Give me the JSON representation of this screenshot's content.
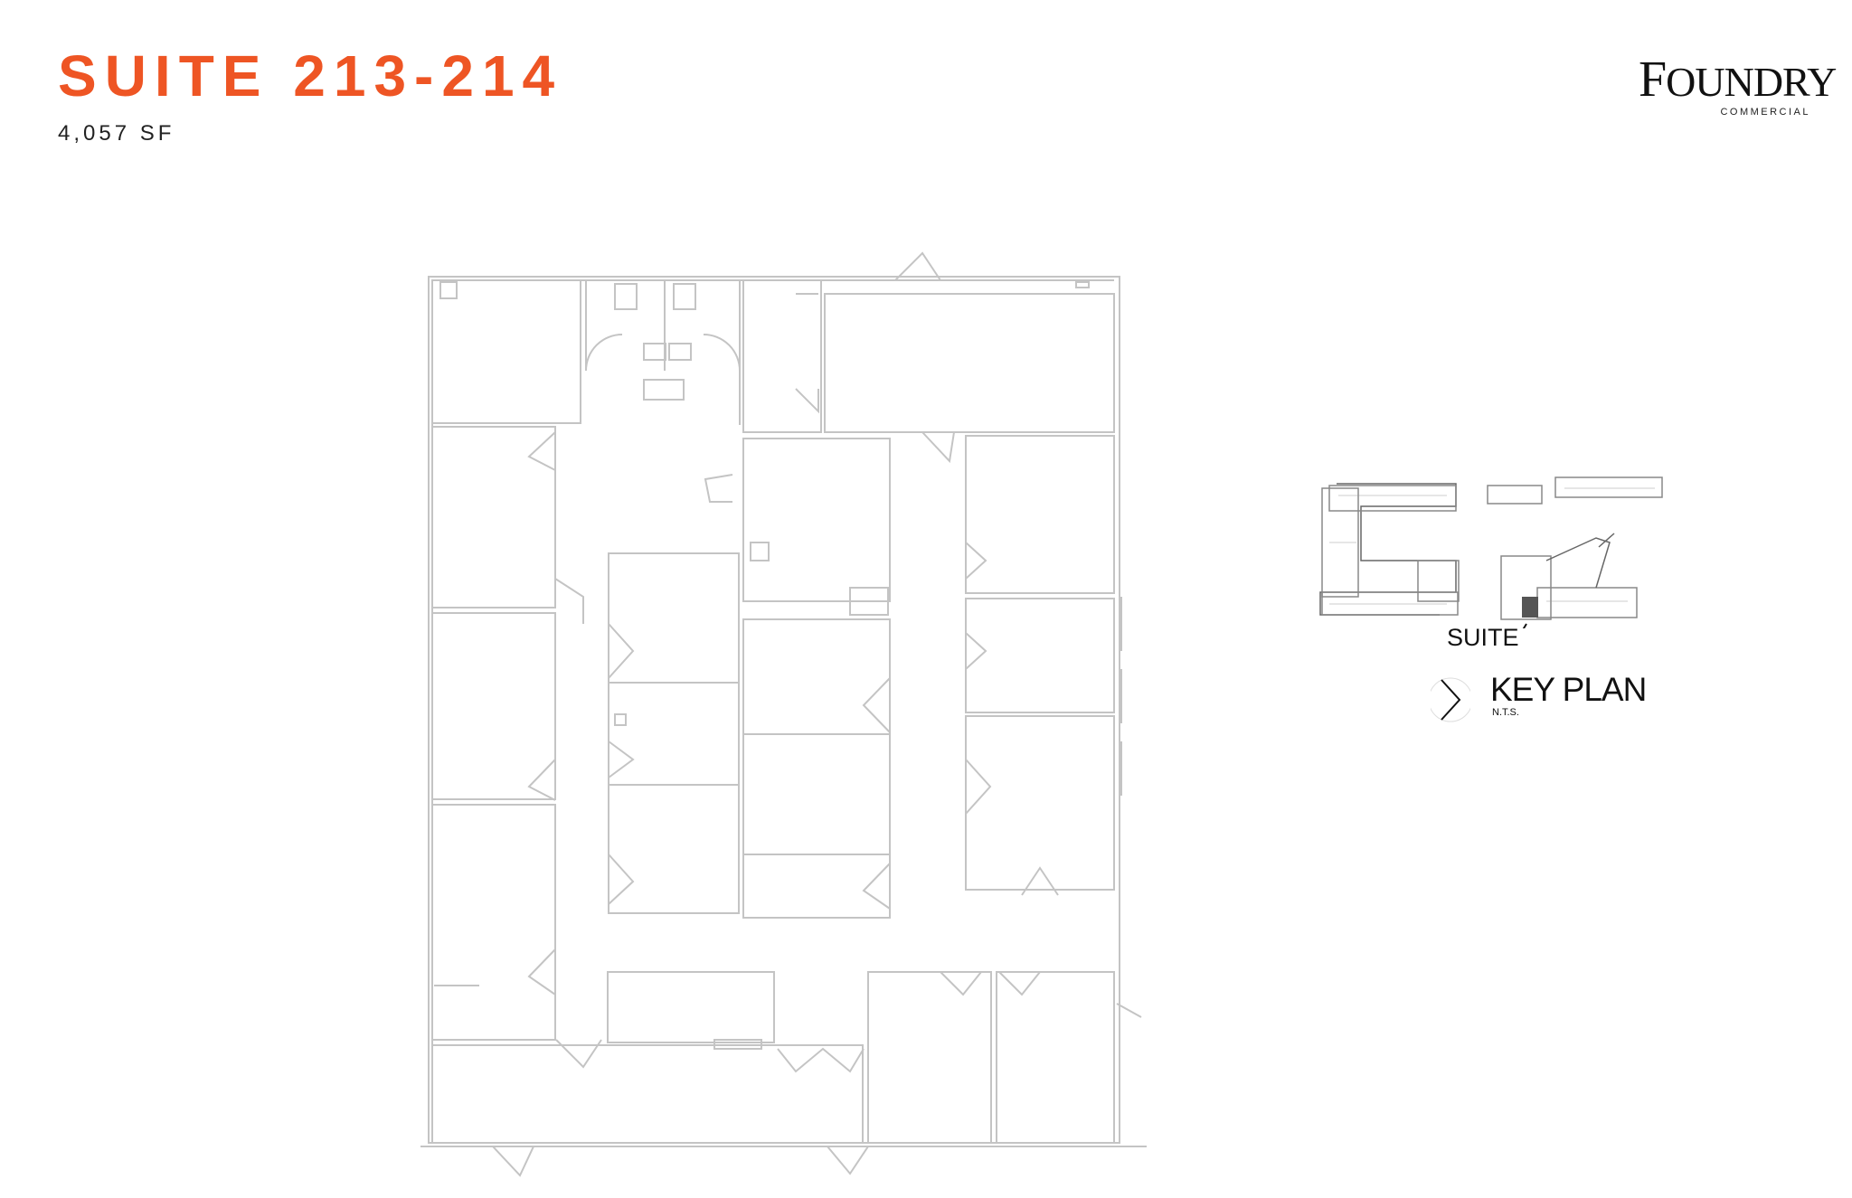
{
  "header": {
    "title": "SUITE 213-214",
    "area": "4,057 SF"
  },
  "logo": {
    "name": "FOUNDRY",
    "first_letter": "F",
    "rest": "OUNDRY",
    "subtitle": "COMMERCIAL"
  },
  "key_plan": {
    "title": "KEY PLAN",
    "scale_note": "N.T.S.",
    "suite_callout": "SUITE",
    "highlight_color": "#555555"
  },
  "colors": {
    "accent": "#ee5524",
    "plan_lines": "#c8c8c8",
    "text": "#222222"
  }
}
